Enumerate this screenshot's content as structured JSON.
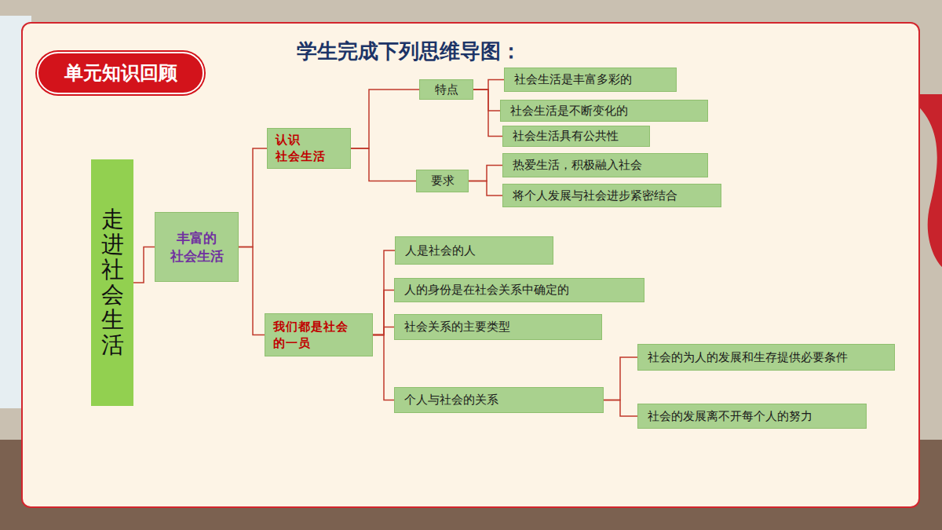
{
  "diagram": {
    "title": "学生完成下列思维导图：",
    "nodes": [
      {
        "text": [
          "单元知识回顾"
        ]
      },
      {
        "text": [
          "走进社会生活"
        ]
      },
      {
        "text": [
          "丰富的 社会生活"
        ]
      },
      {
        "text": [
          "认识 社会生活"
        ]
      },
      {
        "text": [
          "特点"
        ]
      },
      {
        "text": [
          "社会生活是丰富多彩的"
        ]
      },
      {
        "text": [
          "社会生活是不断变化的"
        ]
      },
      {
        "text": [
          "社会生活具有公共性"
        ]
      },
      {
        "text": [
          "要求"
        ]
      },
      {
        "text": [
          "热爱生活，积极融入社会"
        ]
      },
      {
        "text": [
          "将个人发展与社会进步紧密结合"
        ]
      },
      {
        "text": [
          "我们都是社会 的一员"
        ]
      },
      {
        "text": [
          "人是社会的人"
        ]
      },
      {
        "text": [
          "人的身份是在社会关系中确定的"
        ]
      },
      {
        "text": [
          "社会关系的主要类型"
        ]
      },
      {
        "text": [
          "个人与社会的关系"
        ]
      },
      {
        "text": [
          "社会的为人的发展和生存提供必要条件"
        ]
      },
      {
        "text": [
          "社会的发展离不开每个人的努力"
        ]
      }
    ],
    "edges": [
      {
        "from": 1,
        "to": 2,
        "arrow": "none"
      },
      {
        "from": 2,
        "to": 3,
        "arrow": "none"
      },
      {
        "from": 2,
        "to": 11,
        "arrow": "none"
      },
      {
        "from": 3,
        "to": 4,
        "arrow": "none"
      },
      {
        "from": 3,
        "to": 8,
        "arrow": "none"
      },
      {
        "from": 4,
        "to": 5,
        "arrow": "none"
      },
      {
        "from": 4,
        "to": 6,
        "arrow": "none"
      },
      {
        "from": 4,
        "to": 7,
        "arrow": "none"
      },
      {
        "from": 8,
        "to": 9,
        "arrow": "none"
      },
      {
        "from": 8,
        "to": 10,
        "arrow": "none"
      },
      {
        "from": 11,
        "to": 12,
        "arrow": "none"
      },
      {
        "from": 11,
        "to": 13,
        "arrow": "none"
      },
      {
        "from": 11,
        "to": 14,
        "arrow": "none"
      },
      {
        "from": 11,
        "to": 15,
        "arrow": "none"
      },
      {
        "from": 15,
        "to": 16,
        "arrow": "none"
      },
      {
        "from": 15,
        "to": 17,
        "arrow": "none"
      }
    ]
  }
}
